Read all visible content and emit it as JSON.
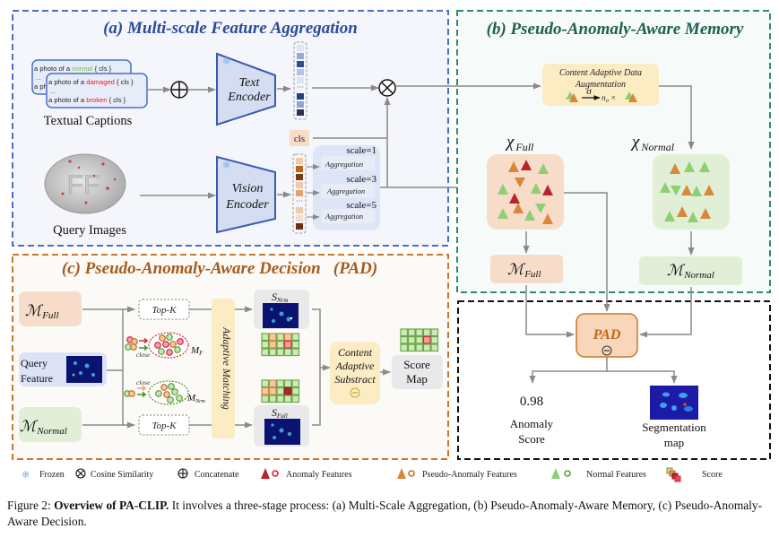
{
  "panel_a": {
    "title": "(a) Multi-scale Feature Aggregation",
    "captions_front": [
      {
        "prefix": "a photo of a ",
        "word": "damaged",
        "suffix": " { cls }"
      },
      {
        "prefix": "...",
        "word": "",
        "suffix": ""
      },
      {
        "prefix": "a photo of a ",
        "word": "broken",
        "suffix": " { cls }"
      }
    ],
    "captions_back": [
      {
        "prefix": "a photo of a ",
        "word": "normal",
        "suffix": " { cls }"
      },
      {
        "prefix": "...",
        "word": "",
        "suffix": ""
      },
      {
        "prefix": "a ph",
        "word": "",
        "suffix": ""
      }
    ],
    "textual_captions_label": "Textual Captions",
    "query_images_label": "Query Images",
    "text_encoder_label": [
      "Text",
      "Encoder"
    ],
    "vision_encoder_label": [
      "Vision",
      "Encoder"
    ],
    "cls_label": "cls",
    "scales": [
      {
        "label": "scale=1",
        "block": "Aggregation"
      },
      {
        "label": "scale=3",
        "block": "Aggregation"
      },
      {
        "label": "scale=5",
        "block": "Aggregation"
      }
    ],
    "pill_letters": "FF"
  },
  "panel_b": {
    "title": "(b) Pseudo-Anomaly-Aware Memory",
    "augment_title": [
      "Content Adaptive Data",
      "Augmentation"
    ],
    "augment_sigma": "σ",
    "augment_formula": "n",
    "augment_formula_sub": "σ",
    "augment_times": "×",
    "chi_full": "χ",
    "chi_full_sub": "Full",
    "chi_normal": "χ",
    "chi_normal_sub": "Normal",
    "m_full": "ℳ",
    "m_full_sub": "Full",
    "m_normal": "ℳ",
    "m_normal_sub": "Normal"
  },
  "panel_c": {
    "title": "(c) Pseudo-Anomaly-Aware Decision   (PAD)",
    "m_full": "ℳ",
    "m_full_sub": "Full",
    "m_normal": "ℳ",
    "m_normal_sub": "Normal",
    "query_feature": [
      "Query",
      "Feature"
    ],
    "topk": "Top-K",
    "close": "close",
    "mf_label": "M",
    "mf_sub": "F",
    "mnrm_label": "M",
    "mnrm_sub": "Nrm",
    "adaptive_matching": "Adaptive Matching",
    "s_nrm": "S",
    "s_nrm_sub": "Nrm",
    "s_full": "S",
    "s_full_sub": "Full",
    "content_adaptive_substract": [
      "Content",
      "Adaptive",
      "Substract"
    ],
    "score_map": [
      "Score",
      "Map"
    ]
  },
  "panel_d": {
    "pad_label": "PAD",
    "anomaly_score_value": "0.98",
    "anomaly_score_label": [
      "Anomaly",
      "Score"
    ],
    "segmentation_label": [
      "Segmentation",
      "map"
    ]
  },
  "legend": [
    {
      "icon": "snowflake-icon",
      "label": "Frozen"
    },
    {
      "icon": "otimes-icon",
      "label": "Cosine Similarity"
    },
    {
      "icon": "oplus-icon",
      "label": "Concatenate"
    },
    {
      "icon": "anomaly-feature-icon",
      "label": "Anomaly Features"
    },
    {
      "icon": "pseudo-anomaly-feature-icon",
      "label": "Pseudo-Anomaly Features"
    },
    {
      "icon": "normal-feature-icon",
      "label": "Normal Features"
    },
    {
      "icon": "score-icon",
      "label": "Score"
    }
  ],
  "caption": {
    "prefix": "Figure 2: ",
    "bold": "Overview of PA-CLIP.",
    "rest": " It involves a three-stage process: (a) Multi-Scale Aggregation, (b) Pseudo-Anomaly-Aware Memory, (c) Pseudo-Anomaly-Aware Decision."
  },
  "colors": {
    "panel_a_border": "#4a6fc4",
    "panel_a_title": "#2c4a9a",
    "panel_b_border": "#2e8a76",
    "panel_b_title": "#1f5f52",
    "panel_c_border": "#c8772e",
    "panel_c_title": "#a85a1c",
    "anomaly": "#b8242a",
    "pseudo_anomaly": "#d9873a",
    "normal": "#8ecf73"
  }
}
